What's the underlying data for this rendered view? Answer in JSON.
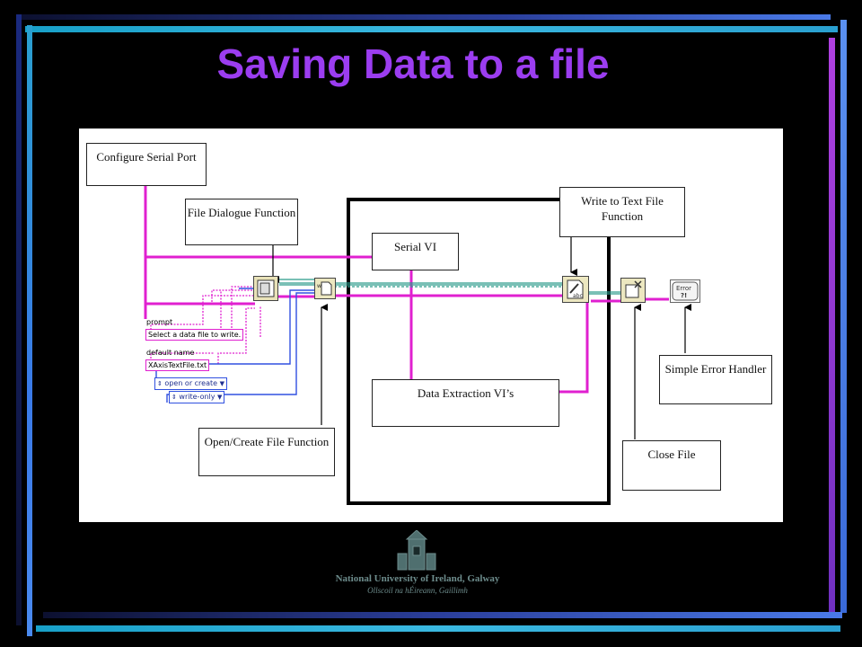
{
  "slide": {
    "title": "Saving Data to a file",
    "background_color": "#000000",
    "title_color": "#9b3df0",
    "frame_colors": [
      "#1e2c6e",
      "#4a8af0",
      "#9a40e0"
    ]
  },
  "diagram": {
    "labels": {
      "configure_serial_port": "Configure Serial Port",
      "file_dialogue_function": "File Dialogue Function",
      "serial_vi": "Serial VI",
      "write_to_text_file_function": "Write to Text File Function",
      "data_extraction_vis": "Data Extraction VI’s",
      "open_create_file_function": "Open/Create File Function",
      "close_file": "Close File",
      "simple_error_handler": "Simple Error Handler"
    },
    "controls": {
      "prompt_label": "prompt",
      "prompt_value": "Select a data file to write.",
      "default_name_label": "default name",
      "default_name_value": "XAxisTextFile.txt",
      "enum_open_or_create": "open or create",
      "enum_write_only": "write-only"
    },
    "node_glyphs": {
      "error_node": "Error ?!"
    },
    "wire_colors": {
      "string": "#e020d0",
      "enum": "#3050e0",
      "refnum": "#2a9a8a"
    }
  },
  "logo": {
    "line1": "National University of Ireland, Galway",
    "line2": "Ollscoil na hÉireann, Gaillimh"
  }
}
